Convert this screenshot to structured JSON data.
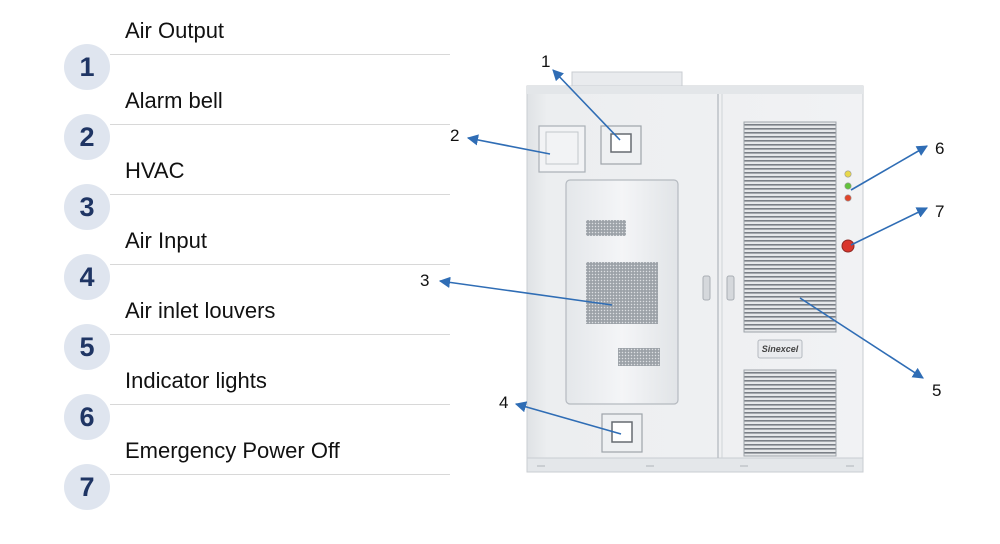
{
  "legend": [
    {
      "number": "1",
      "label": "Air Output"
    },
    {
      "number": "2",
      "label": "Alarm bell"
    },
    {
      "number": "3",
      "label": "HVAC"
    },
    {
      "number": "4",
      "label": "Air Input"
    },
    {
      "number": "5",
      "label": "Air inlet louvers"
    },
    {
      "number": "6",
      "label": "Indicator lights"
    },
    {
      "number": "7",
      "label": "Emergency Power Off"
    }
  ],
  "callouts": [
    "1",
    "2",
    "3",
    "4",
    "5",
    "6",
    "7"
  ],
  "cabinet": {
    "brand": "Sinexcel"
  },
  "colors": {
    "badge_bg": "#dfe5ef",
    "badge_text": "#1f3564",
    "arrow": "#2f6db5",
    "cabinet": "#eef0f2",
    "indicator_yellow": "#e8d84a",
    "indicator_green": "#63c23c",
    "indicator_red": "#e0452b",
    "epo_red": "#d9362c"
  }
}
